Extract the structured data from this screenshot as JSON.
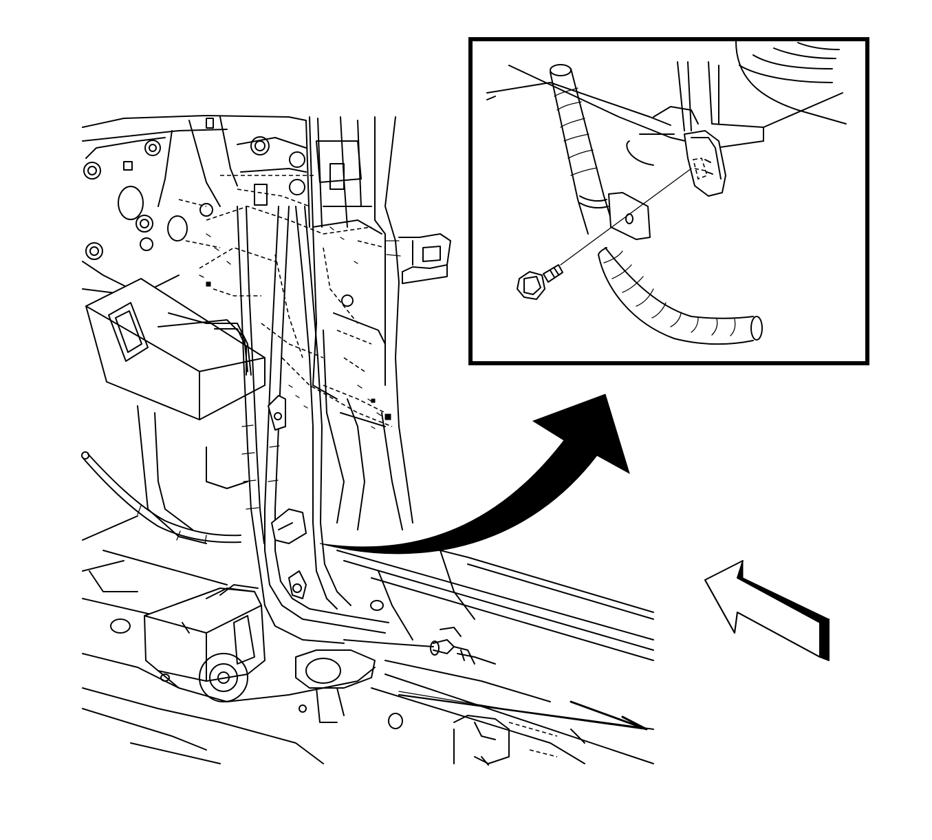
{
  "figure": {
    "main_view": "vehicle-underbody-cable-routing",
    "detail_view": "cable-clip-bracket-with-bolt",
    "callout_arrow": "curved-arrow-to-detail",
    "direction_indicator": "view-direction-arrow"
  },
  "colors": {
    "line": "#000000",
    "background": "#ffffff"
  }
}
